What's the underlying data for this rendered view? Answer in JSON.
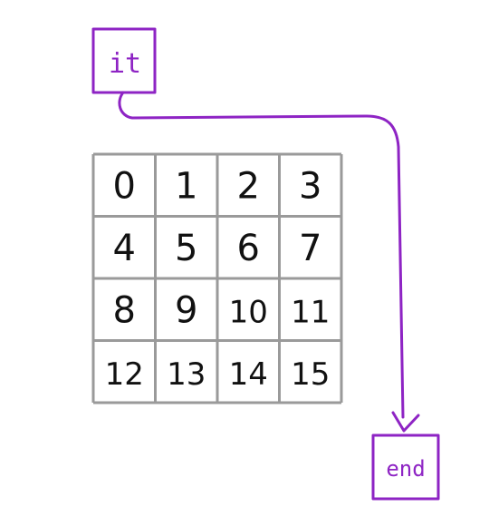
{
  "colors": {
    "accent": "#8e24c4",
    "grid": "#9a9a9a",
    "ink": "#111111",
    "background": "#ffffff"
  },
  "pointers": {
    "start": {
      "label": "it"
    },
    "end": {
      "label": "end"
    }
  },
  "grid": {
    "rows": 4,
    "cols": 4,
    "cells": [
      "0",
      "1",
      "2",
      "3",
      "4",
      "5",
      "6",
      "7",
      "8",
      "9",
      "10",
      "11",
      "12",
      "13",
      "14",
      "15"
    ]
  }
}
